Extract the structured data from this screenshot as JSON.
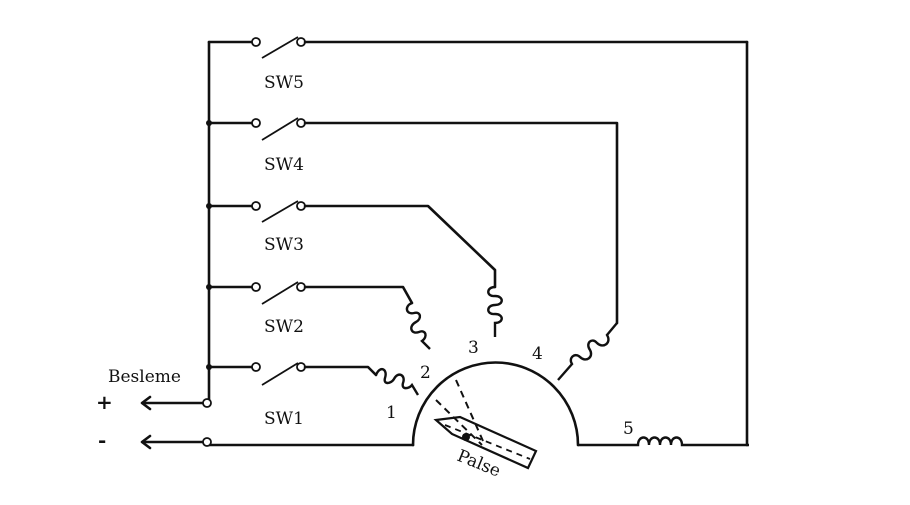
{
  "switches": [
    {
      "label": "SW5"
    },
    {
      "label": "SW4"
    },
    {
      "label": "SW3"
    },
    {
      "label": "SW2"
    },
    {
      "label": "SW1"
    }
  ],
  "windings": [
    "1",
    "2",
    "3",
    "4",
    "5"
  ],
  "supply": {
    "label": "Besleme",
    "positive": "+",
    "negative": "-"
  },
  "rotor": {
    "label": "Palse"
  }
}
